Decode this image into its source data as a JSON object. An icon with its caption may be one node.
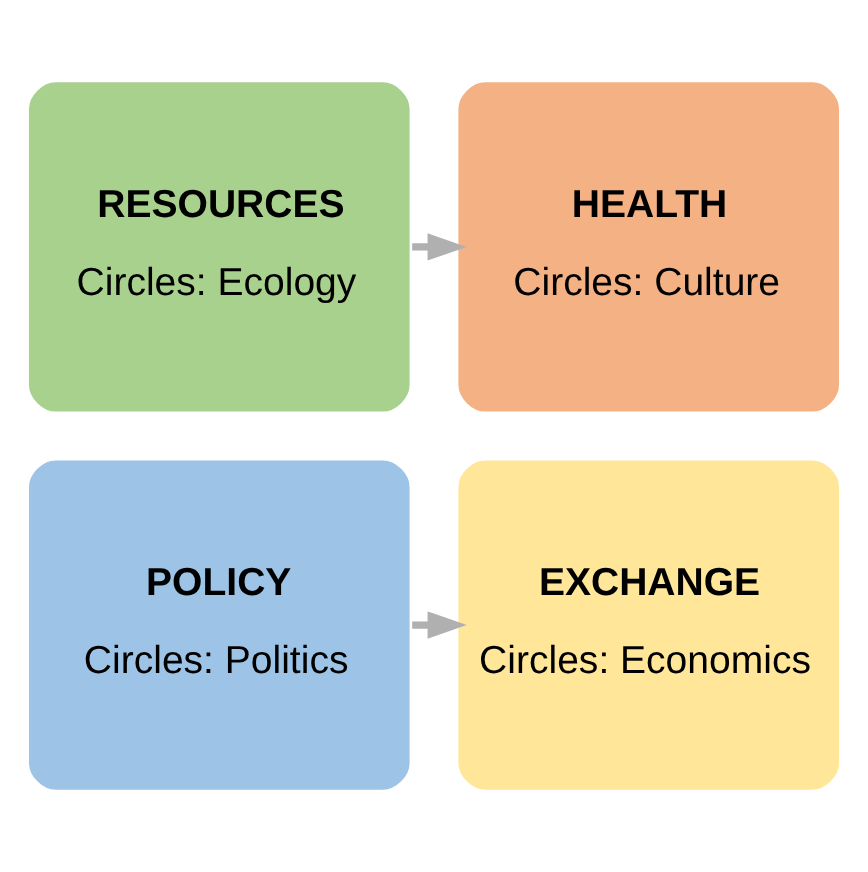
{
  "diagram": {
    "nodes": [
      {
        "text": [
          "RESOURCES",
          "Circles: Ecology"
        ]
      },
      {
        "text": [
          "HEALTH",
          "Circles: Culture"
        ]
      },
      {
        "text": [
          "EXCHANGE",
          "Circles: Economics"
        ]
      },
      {
        "text": [
          "POLICY",
          "Circles: Politics"
        ]
      }
    ],
    "edges": [
      {
        "from": 0,
        "to": 1,
        "arrow": "to"
      },
      {
        "from": 3,
        "to": 2,
        "arrow": "to"
      }
    ]
  }
}
